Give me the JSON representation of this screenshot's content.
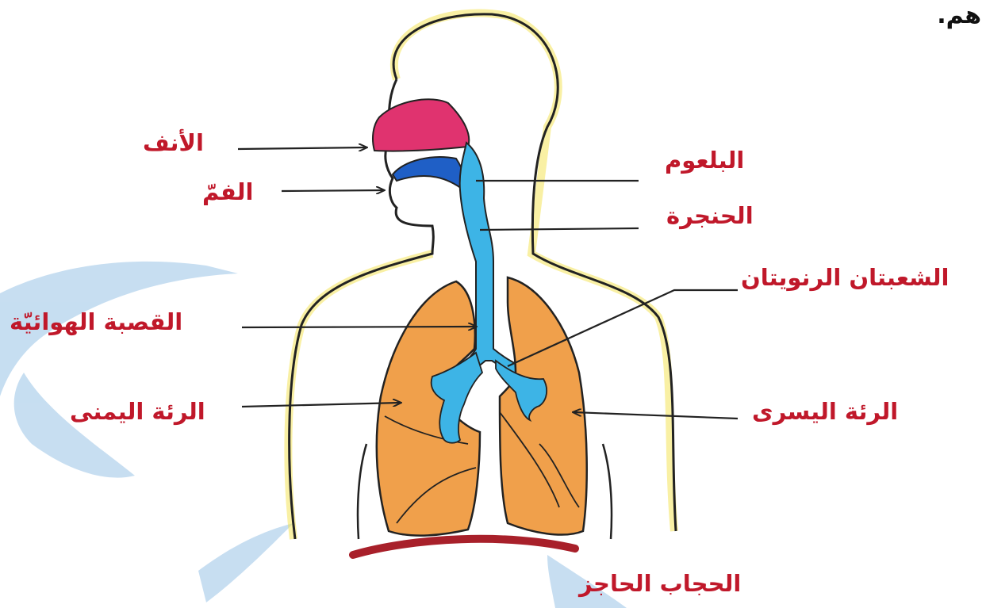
{
  "corner_text": "هم.",
  "labels": {
    "nose": "الأنف",
    "mouth": "الفمّ",
    "pharynx": "البلعوم",
    "larynx": "الحنجرة",
    "bronchi": "الشعبتان الرنويتان",
    "trachea": "القصبة الهوائيّة",
    "right_lung": "الرئة اليمنى",
    "left_lung": "الرئة اليسرى",
    "diaphragm": "الحجاب الحاجز"
  },
  "colors": {
    "label": "#c0182a",
    "outline": "#222222",
    "nasal_cavity": "#e0336f",
    "oral_cavity": "#1f5fc6",
    "airway": "#3db4e6",
    "lung": "#f0a04b",
    "diaphragm": "#a8202a",
    "watermark": "#a9cdea"
  }
}
